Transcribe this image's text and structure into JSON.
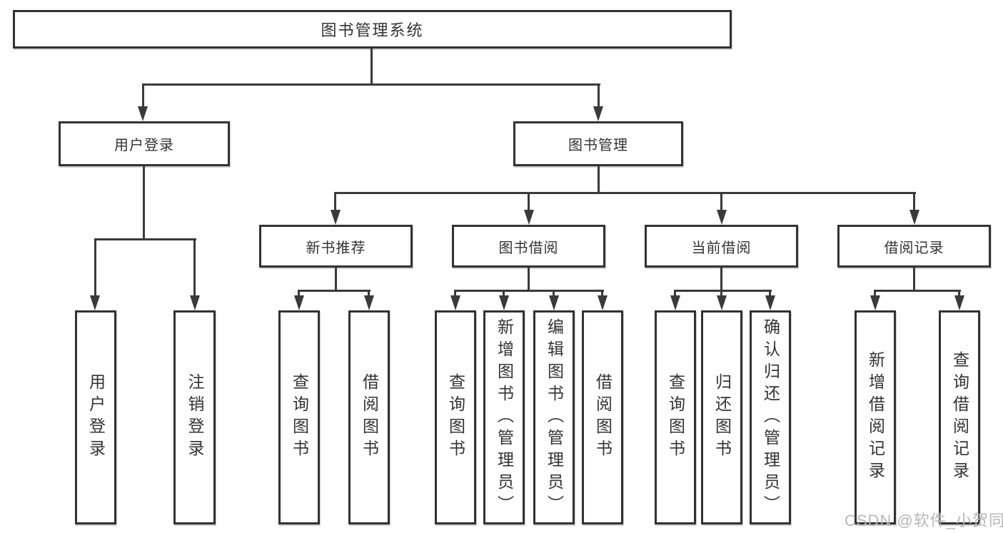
{
  "tree": {
    "label": "图书管理系统",
    "children": [
      {
        "label": "用户登录",
        "children": [
          {
            "label": "用户登录"
          },
          {
            "label": "注销登录"
          }
        ]
      },
      {
        "label": "图书管理",
        "children": [
          {
            "label": "新书推荐",
            "children": [
              {
                "label": "查询图书"
              },
              {
                "label": "借阅图书"
              }
            ]
          },
          {
            "label": "图书借阅",
            "children": [
              {
                "label": "查询图书"
              },
              {
                "label": "新增图书（管理员）"
              },
              {
                "label": "编辑图书（管理员）"
              },
              {
                "label": "借阅图书"
              }
            ]
          },
          {
            "label": "当前借阅",
            "children": [
              {
                "label": "查询图书"
              },
              {
                "label": "归还图书"
              },
              {
                "label": "确认归还（管理员）"
              }
            ]
          },
          {
            "label": "借阅记录",
            "children": [
              {
                "label": "新增借阅记录"
              },
              {
                "label": "查询借阅记录"
              }
            ]
          }
        ]
      }
    ]
  },
  "watermark": {
    "text": "CSDN @软件_小贺同学"
  },
  "colors": {
    "line": "#3a3a3a",
    "box_border": "#323232",
    "box_bg": "#ffffff",
    "text": "#333333",
    "watermark": "#b7b7b7",
    "background": "#ffffff"
  }
}
